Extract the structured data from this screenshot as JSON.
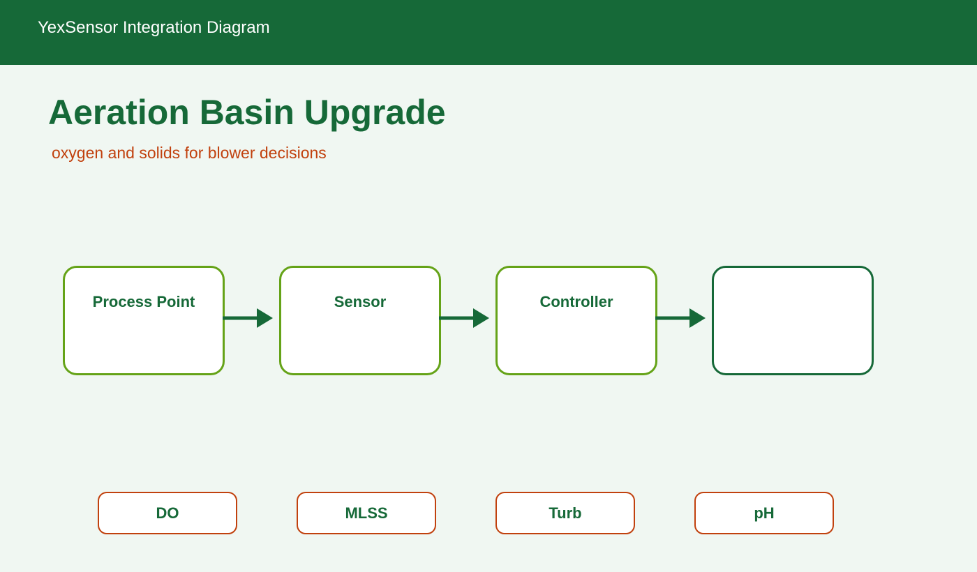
{
  "header": {
    "app_title": "YexSensor Integration Diagram"
  },
  "main": {
    "title": "Aeration Basin Upgrade",
    "subtitle": "oxygen and solids for blower decisions"
  },
  "flow": {
    "nodes": [
      {
        "label": "Process Point"
      },
      {
        "label": "Sensor"
      },
      {
        "label": "Controller"
      },
      {
        "label": ""
      }
    ]
  },
  "parameters": [
    {
      "label": "DO"
    },
    {
      "label": "MLSS"
    },
    {
      "label": "Turb"
    },
    {
      "label": "pH"
    }
  ],
  "colors": {
    "header_bg": "#166938",
    "page_bg": "#f0f7f2",
    "primary_green": "#166938",
    "accent_green": "#65a318",
    "accent_orange": "#c1410e"
  }
}
